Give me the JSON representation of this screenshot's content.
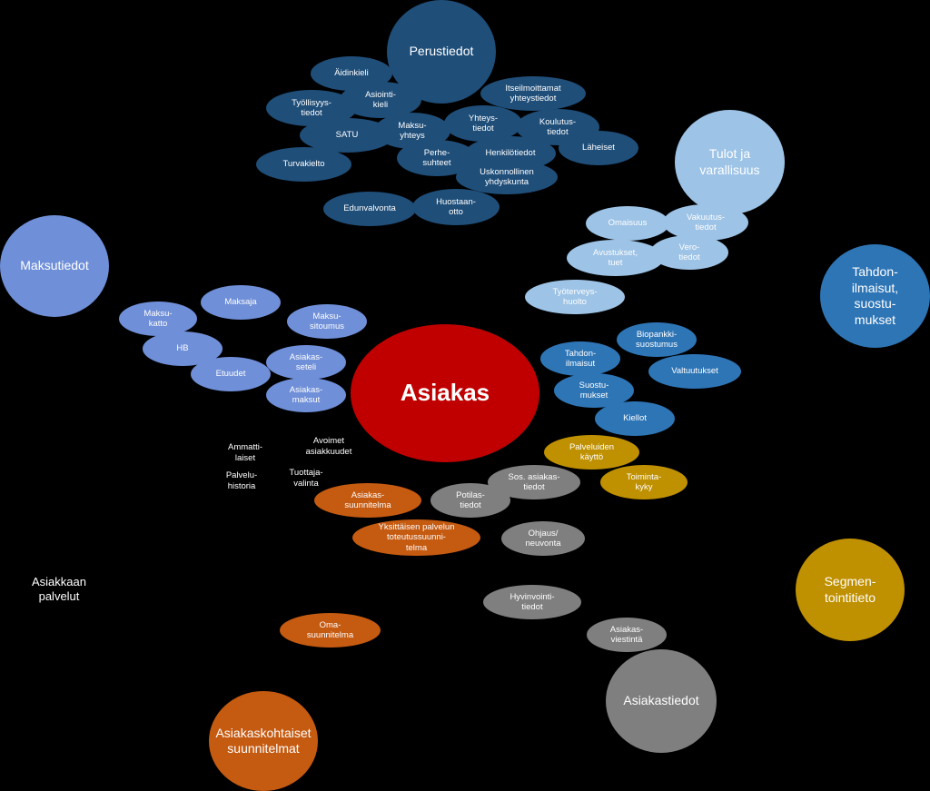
{
  "colors": {
    "dark_blue": "#1F4E79",
    "dark_blue_main": "#1F4E79",
    "light_blue": "#9DC3E6",
    "medium_blue": "#2E75B6",
    "periwinkle": "#6F8FD8",
    "red": "#C00000",
    "orange": "#C55A11",
    "gold": "#BF9000",
    "gray": "#7F7F7F"
  },
  "center": {
    "label": "Asiakas"
  },
  "clusters": {
    "perustiedot": {
      "title": "Perustiedot",
      "items": {
        "aidinkieli": "Äidinkieli",
        "asiointikieli": "Asiointi-\nkieli",
        "tyollisyystiedot": "Työllisyys-\ntiedot",
        "satu": "SATU",
        "maksuyhteys": "Maksu-\nyhteys",
        "yhteystiedot": "Yhteys-\ntiedot",
        "itseilmoittamat": "Itseilmoittamat\nyhteystiedot",
        "koulutustiedot": "Koulutus-\ntiedot",
        "laheiset": "Läheiset",
        "turvakielto": "Turvakielto",
        "perhesuhteet": "Perhe-\nsuhteet",
        "henkilotiedot": "Henkilötiedot",
        "uskonnollinen": "Uskonnollinen\nyhdyskunta",
        "edunvalvonta": "Edunvalvonta",
        "huostaanotto": "Huostaan-\notto"
      }
    },
    "tulot": {
      "title": "Tulot ja\nvarallisuus",
      "items": {
        "omaisuus": "Omaisuus",
        "vakuutustiedot": "Vakuutus-\ntiedot",
        "avustukset": "Avustukset,\ntuet",
        "verotiedot": "Vero-\ntiedot",
        "tyoterveyshuolto": "Työterveys-\nhuolto"
      }
    },
    "maksutiedot": {
      "title": "Maksutiedot",
      "items": {
        "maksaja": "Maksaja",
        "maksukatto": "Maksu-\nkatto",
        "maksusitoumus": "Maksu-\nsitoumus",
        "hb": "HB",
        "asiakasseteli": "Asiakas-\nseteli",
        "etuudet": "Etuudet",
        "asiakasmaksut": "Asiakas-\nmaksut"
      }
    },
    "tahdon": {
      "title": "Tahdon-\nilmaisut,\nsuostu-\nmukset",
      "items": {
        "biopankki": "Biopankki-\nsuostumus",
        "tahdonilmaisut": "Tahdon-\nilmaisut",
        "valtuutukset": "Valtuutukset",
        "suostumukset": "Suostu-\nmukset",
        "kiellot": "Kiellot"
      }
    },
    "segmentointi": {
      "title": "Segmen-\ntointitieto",
      "items": {
        "palveluiden_kaytto": "Palveluiden\nkäyttö",
        "toimintakyky": "Toiminta-\nkyky"
      }
    },
    "asiakastiedot": {
      "title": "Asiakastiedot",
      "items": {
        "sos_asiakastiedot": "Sos. asiakas-\ntiedot",
        "potilastiedot": "Potilas-\ntiedot",
        "ohjaus": "Ohjaus/\nneuvonta",
        "hyvinvointitiedot": "Hyvinvointi-\ntiedot",
        "asiakasviestinta": "Asiakas-\nviestintä"
      }
    },
    "suunnitelmat": {
      "title": "Asiakaskohtaiset\nsuunnitelmat",
      "items": {
        "asiakassuunnitelma": "Asiakas-\nsuunnitelma",
        "yksittaisen": "Yksittäisen palvelun\ntoteutussuunni-\ntelma",
        "omasuunnitelma": "Oma-\nsuunnitelma"
      }
    },
    "palvelut": {
      "title": "Asiakkaan\npalvelut",
      "items": {
        "ammattilaiset": "Ammatti-\nlaiset",
        "avoimet": "Avoimet\nasiakkuudet",
        "palveluhistoria": "Palvelu-\nhistoria",
        "tuottajavalinta": "Tuottaja-\nvalinta"
      }
    }
  }
}
